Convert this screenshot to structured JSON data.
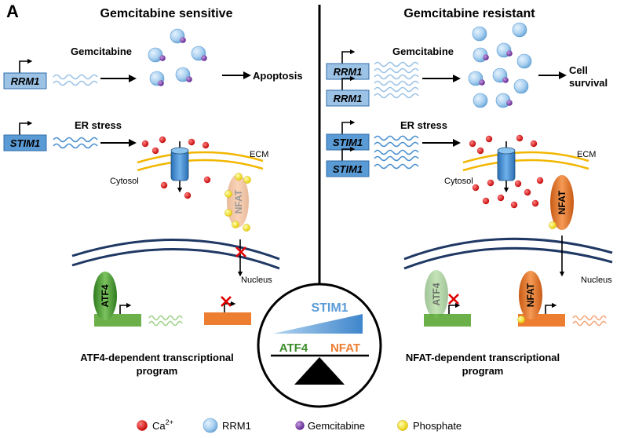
{
  "panel_letter": "A",
  "left": {
    "title": "Gemcitabine sensitive",
    "gene_rrm1": "RRM1",
    "gene_stim1": "STIM1",
    "gemcitabine_label": "Gemcitabine",
    "outcome": "Apoptosis",
    "er_stress_label": "ER stress",
    "ecm_label": "ECM",
    "cytosol_label": "Cytosol",
    "nfat_label": "NFAT",
    "atf4_label": "ATF4",
    "nucleus_label": "Nucleus",
    "program_line1": "ATF4-dependent transcriptional",
    "program_line2": "program"
  },
  "right": {
    "title": "Gemcitabine resistant",
    "gene_rrm1": "RRM1",
    "gene_stim1": "STIM1",
    "gemcitabine_label": "Gemcitabine",
    "outcome_line1": "Cell",
    "outcome_line2": "survival",
    "er_stress_label": "ER stress",
    "ecm_label": "ECM",
    "cytosol_label": "Cytosol",
    "nfat_label": "NFAT",
    "atf4_label": "ATF4",
    "nucleus_label": "Nucleus",
    "program_line1": "NFAT-dependent transcriptional",
    "program_line2": "program"
  },
  "balance": {
    "stim1_label": "STIM1",
    "atf4_label": "ATF4",
    "nfat_label": "NFAT"
  },
  "legend": {
    "ca_label": "Ca",
    "ca_superscript": "2+",
    "rrm1_label": "RRM1",
    "gemcitabine_label": "Gemcitabine",
    "phosphate_label": "Phosphate"
  },
  "colors": {
    "gene_box": "#9cc3e6",
    "gene_box_dark": "#5b9bd5",
    "membrane": "#f2b600",
    "nuclear_membrane": "#1f3864",
    "calcium": "#e00000",
    "gemcitabine": "#7030a0",
    "phosphate": "#ffe600",
    "nfat": "#ed7d31",
    "atf4": "#3c8c2a",
    "stim1_text": "#5b9bd5"
  }
}
